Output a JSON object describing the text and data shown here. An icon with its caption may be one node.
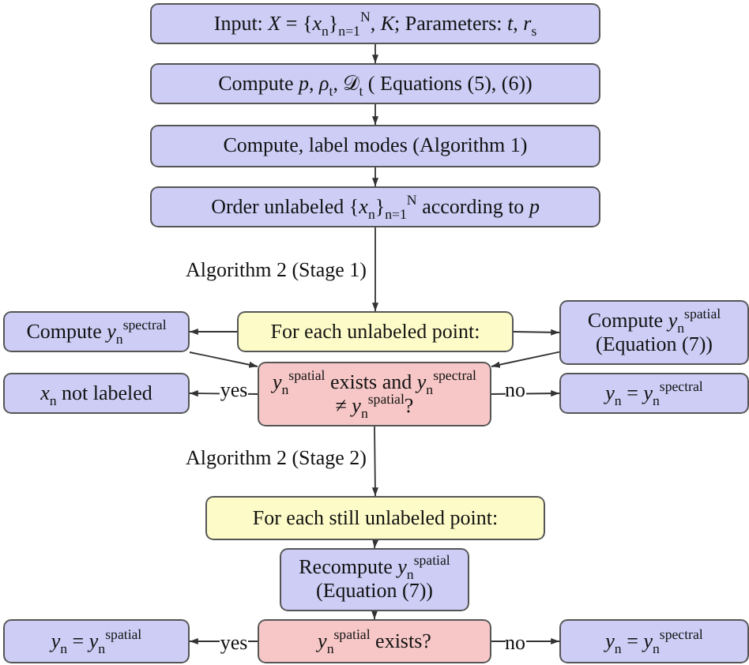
{
  "diagram": {
    "nodes": [
      {
        "text": [
          "Input: *X* = {*x*$_{n}$}$_{n=1}$$^{N}$, *K*; Parameters: *t*, *r*$_{s}$"
        ]
      },
      {
        "text": [
          "Compute *p*, *ρ*$_{t}$, 𝒟$_{t}$ ( Equations (5), (6))"
        ]
      },
      {
        "text": [
          "Compute, label modes (Algorithm 1)"
        ]
      },
      {
        "text": [
          "Order unlabeled {*x*$_{n}$}$_{n=1}$$^{N}$ according to *p*"
        ]
      },
      {
        "text": [
          "For each unlabeled point:"
        ]
      },
      {
        "text": [
          "Compute *y*$_{n}$$^{spectral}$"
        ]
      },
      {
        "text": [
          "Compute *y*$_{n}$$^{spatial}$ (Equation (7))"
        ]
      },
      {
        "text": [
          "*y*$_{n}$$^{spatial}$ exists and *y*$_{n}$$^{spectral}$ ≠ *y*$_{n}$$^{spatial}$?"
        ]
      },
      {
        "text": [
          "*x*$_{n}$ not labeled"
        ]
      },
      {
        "text": [
          "*y*$_{n}$ = *y*$_{n}$$^{spectral}$"
        ]
      },
      {
        "text": [
          "For each still unlabeled point:"
        ]
      },
      {
        "text": [
          "Recompute *y*$_{n}$$^{spatial}$ (Equation (7))"
        ]
      },
      {
        "text": [
          "*y*$_{n}$$^{spatial}$ exists?"
        ]
      },
      {
        "text": [
          "*y*$_{n}$ = *y*$_{n}$$^{spatial}$"
        ]
      },
      {
        "text": [
          "*y*$_{n}$ = *y*$_{n}$$^{spectral}$"
        ]
      }
    ],
    "edges": [
      {
        "from": 0,
        "to": 1,
        "arrow": "to"
      },
      {
        "from": 1,
        "to": 2,
        "arrow": "to"
      },
      {
        "from": 2,
        "to": 3,
        "arrow": "to"
      },
      {
        "from": 3,
        "to": 4,
        "arrow": "to",
        "label": "Algorithm 2 (Stage 1)"
      },
      {
        "from": 4,
        "to": 5,
        "arrow": "to"
      },
      {
        "from": 4,
        "to": 6,
        "arrow": "to"
      },
      {
        "from": 5,
        "to": 7,
        "arrow": "to"
      },
      {
        "from": 6,
        "to": 7,
        "arrow": "to"
      },
      {
        "from": 7,
        "to": 8,
        "arrow": "to",
        "label": "yes"
      },
      {
        "from": 7,
        "to": 9,
        "arrow": "to",
        "label": "no"
      },
      {
        "from": 7,
        "to": 10,
        "arrow": "to",
        "label": "Algorithm 2 (Stage 2)"
      },
      {
        "from": 10,
        "to": 11,
        "arrow": "to"
      },
      {
        "from": 11,
        "to": 12,
        "arrow": "to"
      },
      {
        "from": 12,
        "to": 13,
        "arrow": "to",
        "label": "yes"
      },
      {
        "from": 12,
        "to": 14,
        "arrow": "to",
        "label": "no"
      }
    ]
  }
}
